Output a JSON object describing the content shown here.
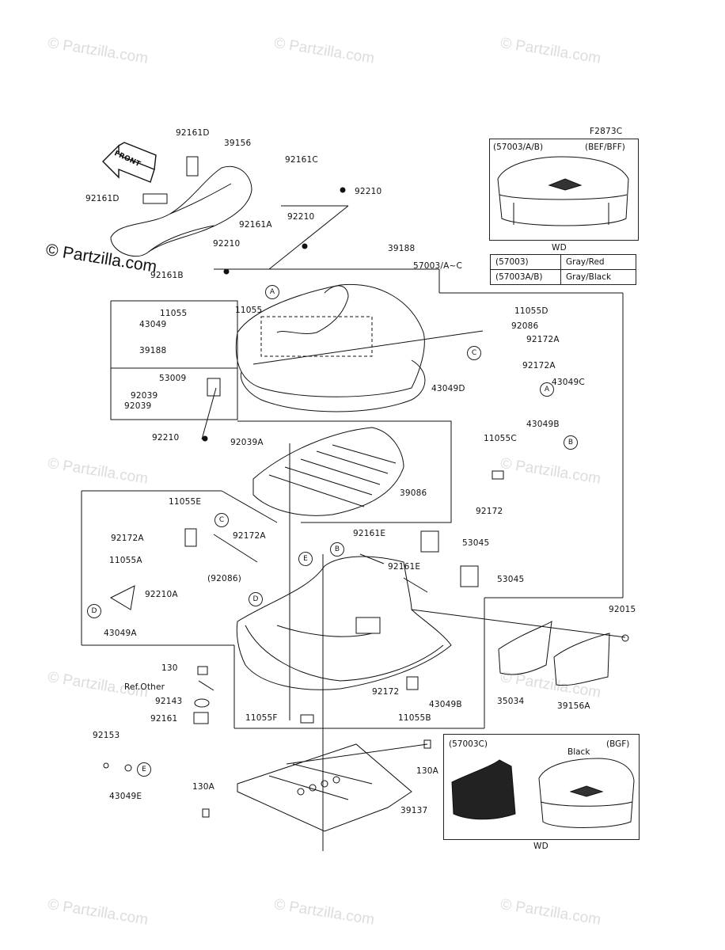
{
  "figure_id": "F2873C",
  "watermark": "© Partzilla.com",
  "front_label": "FRONT",
  "inset_top": {
    "title": "(57003/A/B)",
    "region": "(BEF/BFF)",
    "footer": "WD"
  },
  "inset_bottom": {
    "title": "(57003C)",
    "region": "(BGF)",
    "color": "Black",
    "footer": "WD"
  },
  "color_table": [
    {
      "part": "(57003)",
      "color": "Gray/Red"
    },
    {
      "part": "(57003A/B)",
      "color": "Gray/Black"
    }
  ],
  "labels": {
    "p92161D_a": "92161D",
    "p39156": "39156",
    "p92161D_b": "92161D",
    "p92161C": "92161C",
    "p92210_a": "92210",
    "p92210_b": "92210",
    "p92161A": "92161A",
    "p92210_c": "92210",
    "p92161B": "92161B",
    "p39188_a": "39188",
    "p57003": "57003/A~C",
    "p11055_a": "11055",
    "p11055_b": "11055",
    "p43049": "43049",
    "p11055D": "11055D",
    "p92086": "92086",
    "p92172A_a": "92172A",
    "p39188_b": "39188",
    "p92172A_b": "92172A",
    "p43049C": "43049C",
    "p53009": "53009",
    "p43049D": "43049D",
    "p92039_a": "92039",
    "p92039_b": "92039",
    "p92210_d": "92210",
    "p92039A": "92039A",
    "p11055C": "11055C",
    "p43049B_a": "43049B",
    "p39086": "39086",
    "p92172_a": "92172",
    "p11055E": "11055E",
    "p92161E_a": "92161E",
    "p53045_a": "53045",
    "p92172A_c": "92172A",
    "p92172A_d": "92172A",
    "p92161E_b": "92161E",
    "p53045_b": "53045",
    "p11055A": "11055A",
    "p92086_paren": "(92086)",
    "p92210A": "92210A",
    "p43049A": "43049A",
    "p92015": "92015",
    "p130": "130",
    "p_ref_other": "Ref.Other",
    "p92143": "92143",
    "p92161": "92161",
    "p92172_b": "92172",
    "p43049B_b": "43049B",
    "p35034": "35034",
    "p39156A": "39156A",
    "p11055F": "11055F",
    "p11055B": "11055B",
    "p92153": "92153",
    "p43049E": "43049E",
    "p130A_a": "130A",
    "p130A_b": "130A",
    "p39137": "39137"
  },
  "callouts": {
    "A": "A",
    "B": "B",
    "C": "C",
    "D": "D",
    "E": "E"
  }
}
